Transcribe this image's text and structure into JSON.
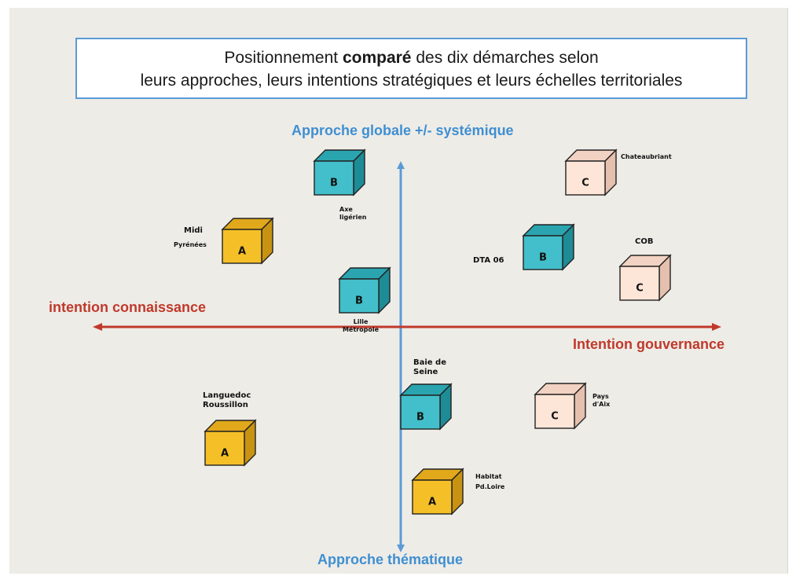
{
  "title": {
    "line1_before": "Positionnement ",
    "line1_bold": "comparé",
    "line1_after": " des dix démarches selon",
    "line2": "leurs approches,  leurs intentions stratégiques et leurs échelles territoriales"
  },
  "axes": {
    "top": "Approche globale +/- systémique",
    "bottom": "Approche thématique",
    "left": "intention connaissance",
    "right": "Intention  gouvernance"
  },
  "colors": {
    "vertical_axis": "#5b9bd5",
    "horizontal_axis": "#c0392b",
    "A": "#f5c027",
    "B": "#42bfca",
    "C": "#fde5d8"
  },
  "cubes": {
    "axe_ligerien": {
      "letter": "B",
      "label": "Axe\nligérien"
    },
    "midi_pyrenees": {
      "letter": "A",
      "label_main": "Midi",
      "label_sub": "Pyrénées"
    },
    "lille": {
      "letter": "B",
      "label": "Lille\nMétropole"
    },
    "chateaubriant": {
      "letter": "C",
      "label": "Chateaubriant"
    },
    "dta06": {
      "letter": "B",
      "label": "DTA 06"
    },
    "cob": {
      "letter": "C",
      "label": "COB"
    },
    "baie_seine": {
      "letter": "B",
      "label": "Baie de\nSeine"
    },
    "languedoc": {
      "letter": "A",
      "label": "Languedoc\nRoussillon"
    },
    "pays_aix": {
      "letter": "C",
      "label": "Pays\nd'Aix"
    },
    "habitat": {
      "letter": "A",
      "label": "Habitat\nPd.Loire"
    }
  }
}
